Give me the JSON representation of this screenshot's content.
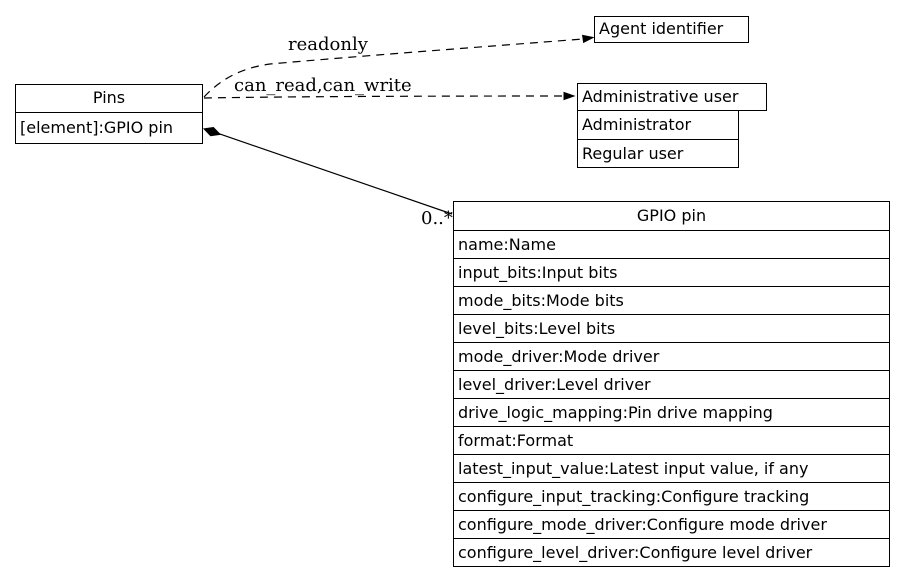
{
  "colors": {
    "background": "#ffffff",
    "line": "#000000",
    "node_fill": "#ffffff"
  },
  "nodes": {
    "pins": {
      "title": "Pins",
      "attribute": "[element]:GPIO pin"
    },
    "agent_identifier": {
      "title": "Agent identifier"
    },
    "administrative_user": {
      "title": "Administrative user",
      "values": [
        "Administrator",
        "Regular user"
      ]
    },
    "gpio_pin": {
      "title": "GPIO pin",
      "attributes": [
        "name:Name",
        "input_bits:Input bits",
        "mode_bits:Mode bits",
        "level_bits:Level bits",
        "mode_driver:Mode driver",
        "level_driver:Level driver",
        "drive_logic_mapping:Pin drive mapping",
        "format:Format",
        "latest_input_value:Latest input value, if any",
        "configure_input_tracking:Configure tracking",
        "configure_mode_driver:Configure mode driver",
        "configure_level_driver:Configure level driver"
      ]
    }
  },
  "edges": {
    "readonly": {
      "label": "readonly",
      "style": "dashed",
      "arrow": "filled",
      "from": "Pins",
      "to": "Agent identifier"
    },
    "can_read_can_write": {
      "label": "can_read,can_write",
      "style": "dashed",
      "arrow": "filled",
      "from": "Pins",
      "to": "Administrative user"
    },
    "pins_to_gpio": {
      "label": "0..*",
      "style": "solid",
      "arrow": "composition-diamond",
      "from": "Pins",
      "to": "GPIO pin"
    }
  }
}
